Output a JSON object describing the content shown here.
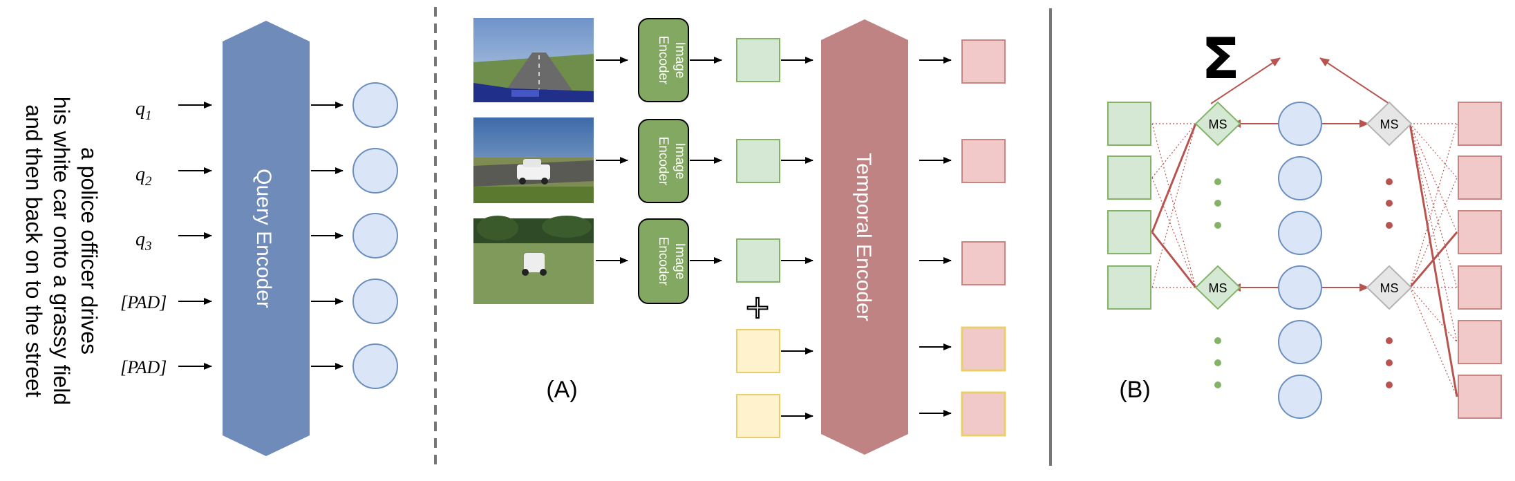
{
  "left_panel": {
    "caption_lines": [
      "a police officer drives",
      "his white car onto a grassy field",
      "and then back on to the street"
    ],
    "query_encoder_label": "Query Encoder",
    "query_tokens": [
      "q1",
      "q2",
      "q3",
      "[PAD]",
      "[PAD]"
    ],
    "query_token_subscripts": [
      "1",
      "2",
      "3",
      "",
      ""
    ],
    "query_token_bases": [
      "q",
      "q",
      "q",
      "[PAD]",
      "[PAD]"
    ]
  },
  "middle_panel": {
    "label": "(A)",
    "image_encoder_line1": "Image",
    "image_encoder_line2": "Encoder",
    "temporal_encoder_label": "Temporal Encoder",
    "plus_symbol": "+"
  },
  "right_panel": {
    "label": "(B)",
    "sum_symbol": "Σ",
    "ms_label": "MS"
  },
  "colors": {
    "query_blue": "#6e8bba",
    "circle_fill": "#dae6f8",
    "circle_stroke": "#6c8ebf",
    "green_fill": "#d5e8d4",
    "green_stroke": "#82b366",
    "image_encoder": "#82a861",
    "temporal_red": "#c08383",
    "red_fill": "#f1c9c9",
    "red_stroke": "#c98484",
    "yellow_fill": "#fff2cc",
    "yellow_stroke": "#e8cf6b",
    "ms_fill": "#e6e6e6",
    "arrow_red": "#b85450",
    "dot_green": "#82b366",
    "dot_red": "#b85450"
  }
}
